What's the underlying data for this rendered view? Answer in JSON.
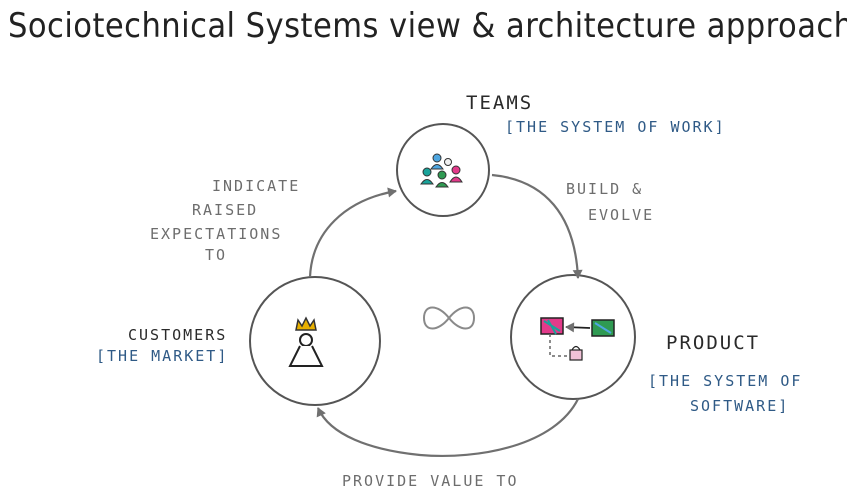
{
  "title": "Sociotechnical Systems view & architecture approach",
  "nodes": {
    "teams": {
      "label": "TEAMS",
      "sublabel": "[THE SYSTEM OF WORK]"
    },
    "product": {
      "label": "PRODUCT",
      "sublabel_line1": "[THE SYSTEM OF",
      "sublabel_line2": "SOFTWARE]"
    },
    "customers": {
      "label": "CUSTOMERS",
      "sublabel": "[THE MARKET]"
    }
  },
  "edges": {
    "customers_to_teams": {
      "line1": "INDICATE",
      "line2": "RAISED",
      "line3": "EXPECTATIONS",
      "line4": "TO"
    },
    "teams_to_product": {
      "line1": "BUILD &",
      "line2": "EVOLVE"
    },
    "product_to_customers": {
      "label": "PROVIDE VALUE TO"
    }
  },
  "center_symbol": "infinity-icon",
  "colors": {
    "ink": "#2a2a2a",
    "annotation_grey": "#6d6d6d",
    "annotation_blue": "#2f5a86",
    "circle_stroke": "#555555",
    "arrow_stroke": "#707070",
    "crown": "#e8b000",
    "pink": "#e23a8a",
    "teal": "#19a39a",
    "green": "#2f9a52",
    "sky": "#4ea6e0"
  }
}
